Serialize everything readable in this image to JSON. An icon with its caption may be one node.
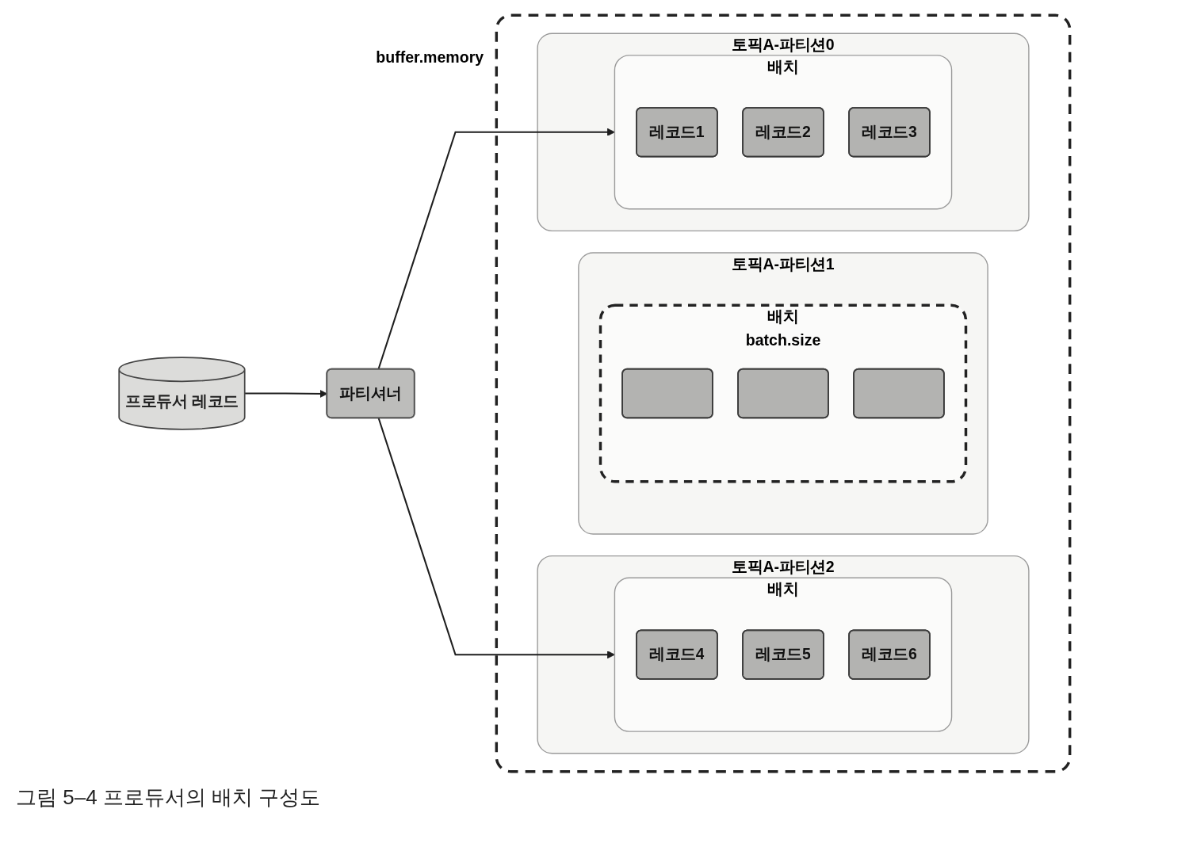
{
  "diagram": {
    "caption": "그림 5–4 프로듀서의 배치 구성도",
    "nodes": [
      {
        "text": [
          "프로듀서 레코드"
        ]
      },
      {
        "text": [
          "파티셔너"
        ]
      },
      {
        "text": [
          "buffer.memory"
        ]
      },
      {
        "text": [
          "토픽A-파티션0"
        ],
        "in": 2
      },
      {
        "text": [
          "배치"
        ],
        "in": 3
      },
      {
        "text": [
          "레코드1"
        ],
        "in": 4
      },
      {
        "text": [
          "레코드2"
        ],
        "in": 4
      },
      {
        "text": [
          "레코드3"
        ],
        "in": 4
      },
      {
        "text": [
          "토픽A-파티션1"
        ],
        "in": 2
      },
      {
        "text": [
          "배치",
          "batch.size"
        ],
        "in": 8
      },
      {
        "text": [],
        "shape": "box",
        "in": 9
      },
      {
        "text": [],
        "shape": "box",
        "in": 9
      },
      {
        "text": [],
        "shape": "box",
        "in": 9
      },
      {
        "text": [
          "토픽A-파티션2"
        ],
        "in": 2
      },
      {
        "text": [
          "배치"
        ],
        "in": 13
      },
      {
        "text": [
          "레코드4"
        ],
        "in": 14
      },
      {
        "text": [
          "레코드5"
        ],
        "in": 14
      },
      {
        "text": [
          "레코드6"
        ],
        "in": 14
      }
    ],
    "edges": [
      {
        "from": 0,
        "to": 1,
        "arrow": "to"
      },
      {
        "from": 1,
        "to": 4,
        "arrow": "to"
      },
      {
        "from": 1,
        "to": 14,
        "arrow": "to"
      }
    ]
  }
}
